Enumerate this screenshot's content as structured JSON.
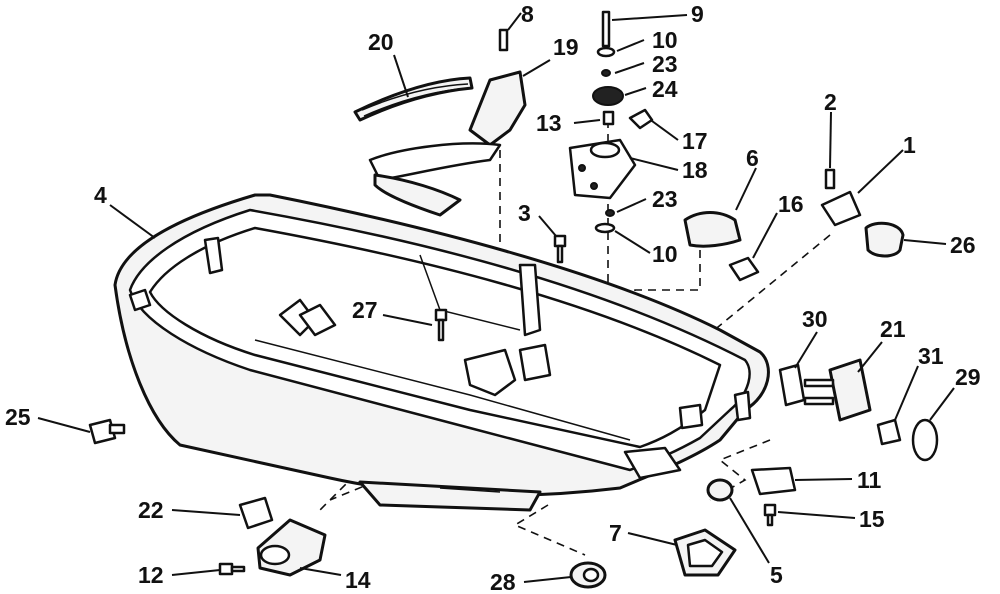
{
  "callouts": {
    "c1": "1",
    "c2": "2",
    "c3": "3",
    "c4": "4",
    "c5": "5",
    "c6": "6",
    "c7": "7",
    "c8": "8",
    "c9": "9",
    "c10a": "10",
    "c10b": "10",
    "c11": "11",
    "c12": "12",
    "c13": "13",
    "c14": "14",
    "c15": "15",
    "c16": "16",
    "c17": "17",
    "c18": "18",
    "c19": "19",
    "c20": "20",
    "c21": "21",
    "c22": "22",
    "c23a": "23",
    "c23b": "23",
    "c24": "24",
    "c25": "25",
    "c26": "26",
    "c27": "27",
    "c28": "28",
    "c29": "29",
    "c30": "30",
    "c31": "31"
  }
}
